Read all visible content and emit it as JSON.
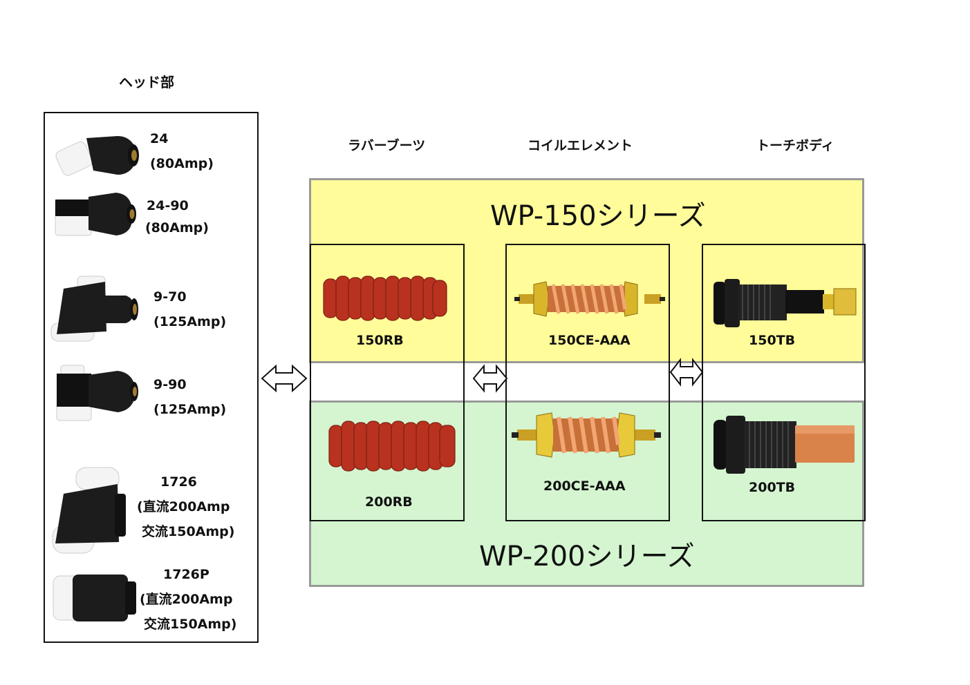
{
  "head": {
    "title": "ヘッド部",
    "items": [
      {
        "model": "24",
        "amp": "(80Amp)"
      },
      {
        "model": "24-90",
        "amp": "(80Amp)"
      },
      {
        "model": "9-70",
        "amp": "(125Amp)"
      },
      {
        "model": "9-90",
        "amp": "(125Amp)"
      },
      {
        "model": "1726",
        "amp_dc": "(直流200Amp",
        "amp_ac": "交流150Amp)"
      },
      {
        "model": "1726P",
        "amp_dc": "(直流200Amp",
        "amp_ac": "交流150Amp)"
      }
    ]
  },
  "columns": {
    "rubber_boot": "ラバーブーツ",
    "coil_element": "コイルエレメント",
    "torch_body": "トーチボディ"
  },
  "series": {
    "wp150": {
      "title": "WP-150シリーズ",
      "rubber_boot": "150RB",
      "coil_element": "150CE-AAA",
      "torch_body": "150TB"
    },
    "wp200": {
      "title": "WP-200シリーズ",
      "rubber_boot": "200RB",
      "coil_element": "200CE-AAA",
      "torch_body": "200TB"
    }
  },
  "colors": {
    "wp150_bg": "#fffc99",
    "wp200_bg": "#d4f5d0",
    "rubber": "#b8321f",
    "copper": "#d9824a",
    "brass": "#d9b52a"
  }
}
